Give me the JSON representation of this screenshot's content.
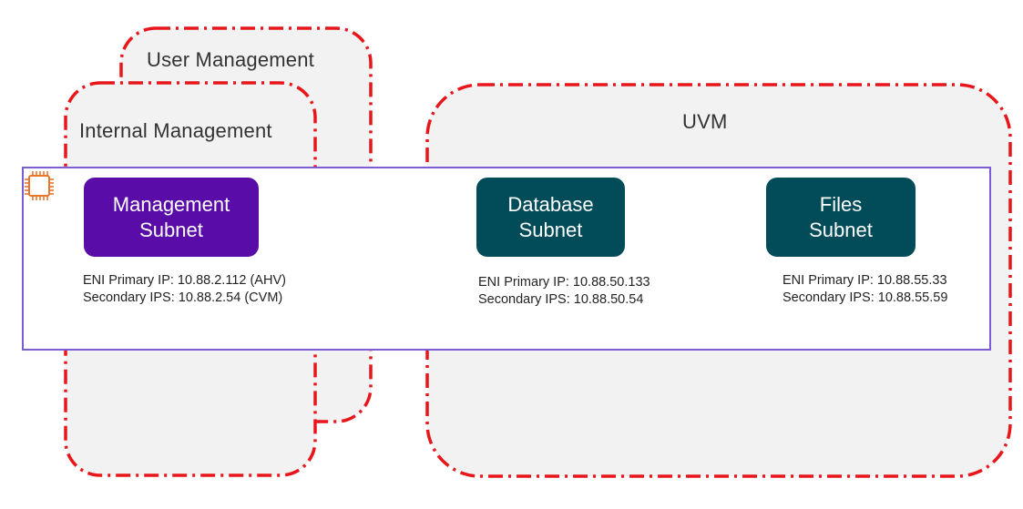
{
  "colors": {
    "zone_border": "#e8161b",
    "zone_fill": "#f2f2f2",
    "host_border": "#7b5cd6",
    "management_subnet": "#5a0ca8",
    "database_subnet": "#024c5a",
    "files_subnet": "#024c5a",
    "chip_icon": "#e8762b"
  },
  "zones": {
    "user_management": "User Management",
    "internal_management": "Internal Management",
    "uvm": "UVM"
  },
  "host": {
    "icon": "chip-icon"
  },
  "subnets": {
    "management": {
      "line1": "Management",
      "line2": "Subnet",
      "primary_ip": "ENI Primary IP: 10.88.2.112 (AHV)",
      "secondary_ips": "Secondary IPS: 10.88.2.54 (CVM)"
    },
    "database": {
      "line1": "Database",
      "line2": "Subnet",
      "primary_ip": "ENI Primary IP: 10.88.50.133",
      "secondary_ips": "Secondary IPS: 10.88.50.54"
    },
    "files": {
      "line1": "Files",
      "line2": "Subnet",
      "primary_ip": "ENI Primary IP: 10.88.55.33",
      "secondary_ips": "Secondary IPS: 10.88.55.59"
    }
  }
}
